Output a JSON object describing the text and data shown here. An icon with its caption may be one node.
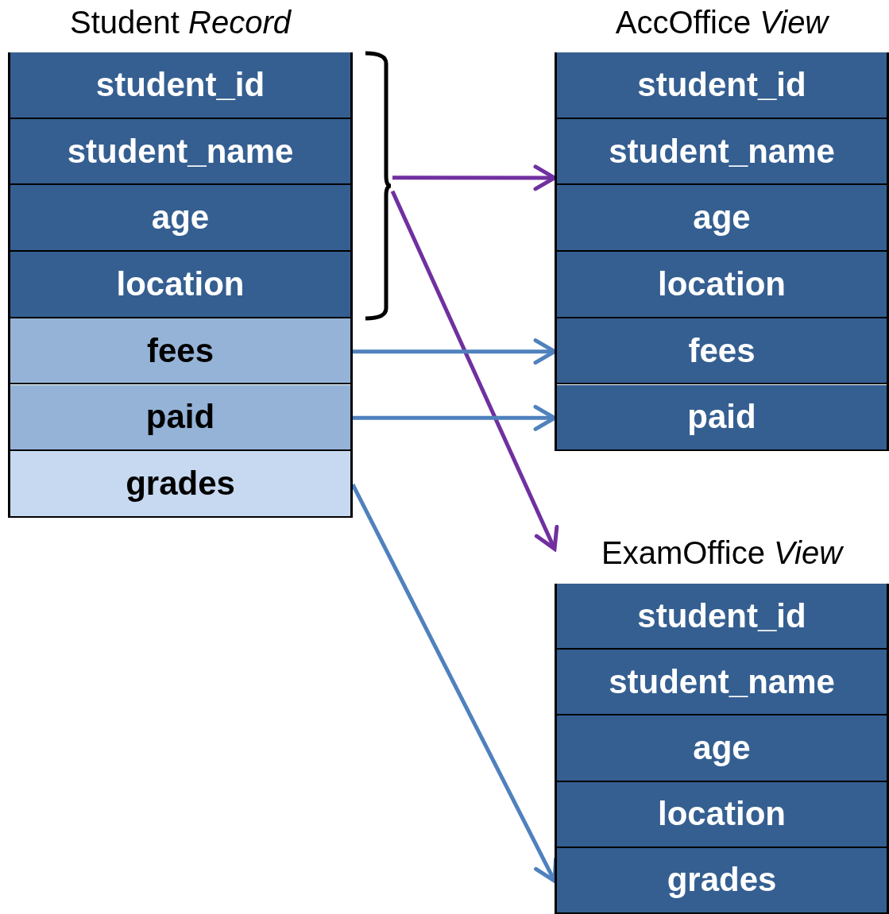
{
  "diagram": {
    "nodes": [
      {
        "text": [
          "Student *Record*"
        ]
      },
      {
        "text": [
          "student_id"
        ],
        "in": 0
      },
      {
        "text": [
          "student_name"
        ],
        "in": 0
      },
      {
        "text": [
          "age"
        ],
        "in": 0
      },
      {
        "text": [
          "location"
        ],
        "in": 0
      },
      {
        "text": [
          "fees"
        ],
        "in": 0
      },
      {
        "text": [
          "paid"
        ],
        "in": 0
      },
      {
        "text": [
          "grades"
        ],
        "in": 0
      },
      {
        "text": [
          "AccOffice *View*"
        ]
      },
      {
        "text": [
          "student_id"
        ],
        "in": 8
      },
      {
        "text": [
          "student_name"
        ],
        "in": 8
      },
      {
        "text": [
          "age"
        ],
        "in": 8
      },
      {
        "text": [
          "location"
        ],
        "in": 8
      },
      {
        "text": [
          "fees"
        ],
        "in": 8
      },
      {
        "text": [
          "paid"
        ],
        "in": 8
      },
      {
        "text": [
          "ExamOffice *View*"
        ]
      },
      {
        "text": [
          "student_id"
        ],
        "in": 15
      },
      {
        "text": [
          "student_name"
        ],
        "in": 15
      },
      {
        "text": [
          "age"
        ],
        "in": 15
      },
      {
        "text": [
          "location"
        ],
        "in": 15
      },
      {
        "text": [
          "grades"
        ],
        "in": 15
      },
      {
        "text": [],
        "shape": "bracket"
      }
    ],
    "edges": [
      {
        "from": 21,
        "to": 8,
        "arrow": "to",
        "color": "#7030a0"
      },
      {
        "from": 21,
        "to": 15,
        "arrow": "to",
        "color": "#7030a0"
      },
      {
        "from": 5,
        "to": 13,
        "arrow": "to"
      },
      {
        "from": 6,
        "to": 14,
        "arrow": "to"
      },
      {
        "from": 7,
        "to": 20,
        "arrow": "to"
      }
    ]
  }
}
